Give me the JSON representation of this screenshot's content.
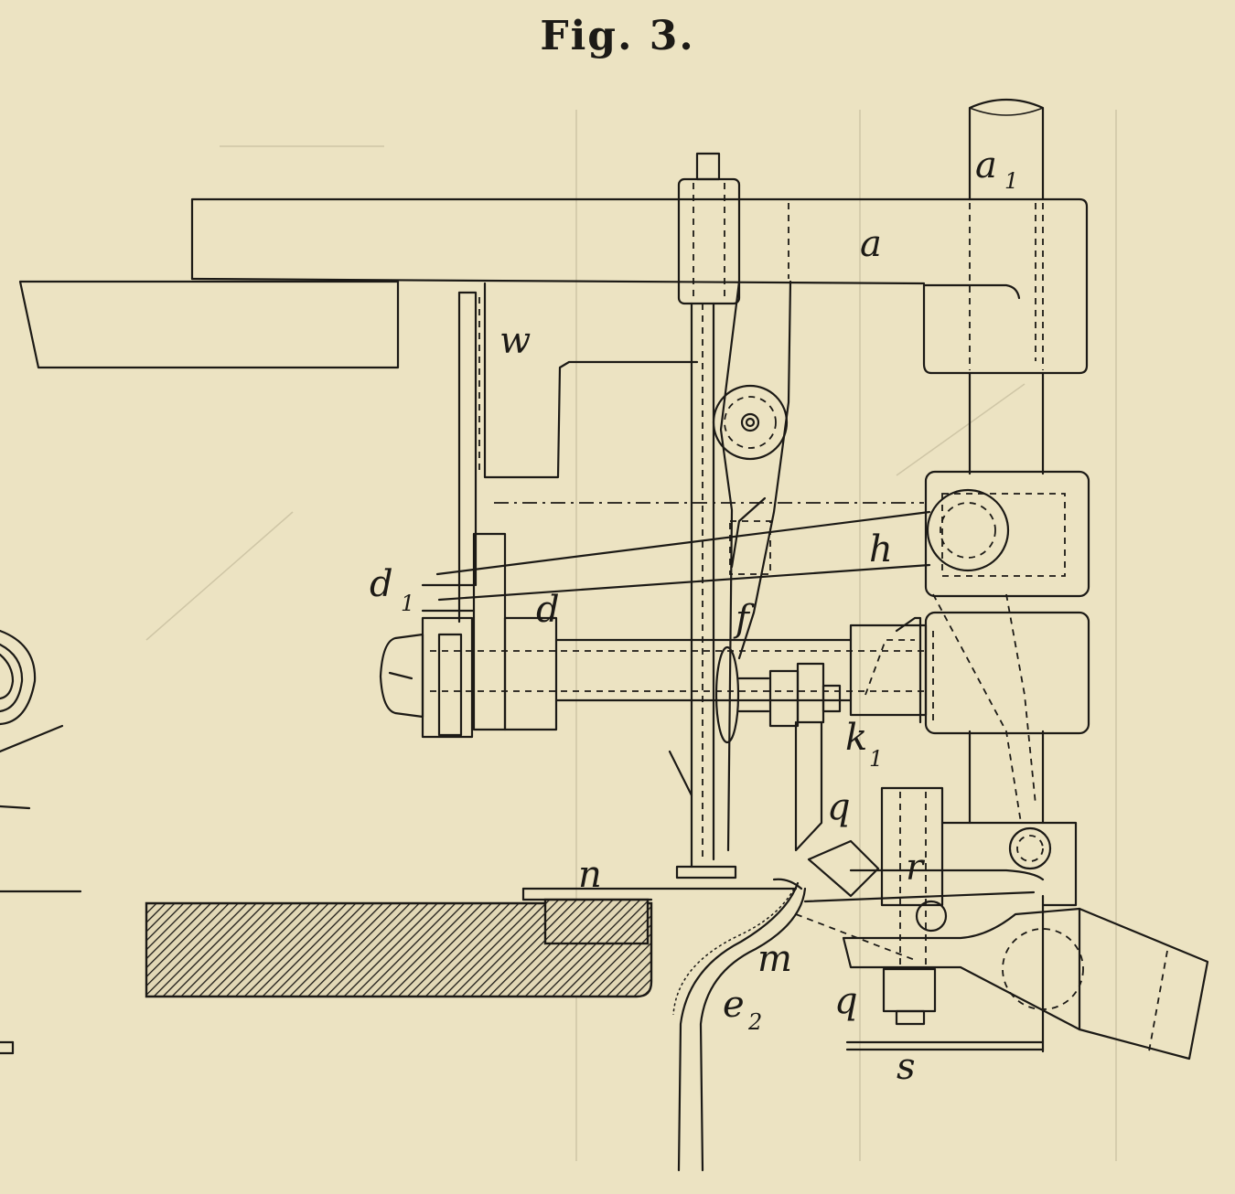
{
  "figure": {
    "title": "Fig. 3."
  },
  "labels": {
    "a1": "a",
    "a1_sub": "1",
    "a": "a",
    "w": "w",
    "h": "h",
    "d1": "d",
    "d1_sub": "1",
    "d": "d",
    "f": "f",
    "k1": "k",
    "k1_sub": "1",
    "q_upper": "q",
    "n": "n",
    "r": "r",
    "m": "m",
    "e2": "e",
    "e2_sub": "2",
    "q_lower": "q",
    "s": "s"
  },
  "colors": {
    "paper": "#ece3c2",
    "ink": "#1c1a16"
  }
}
